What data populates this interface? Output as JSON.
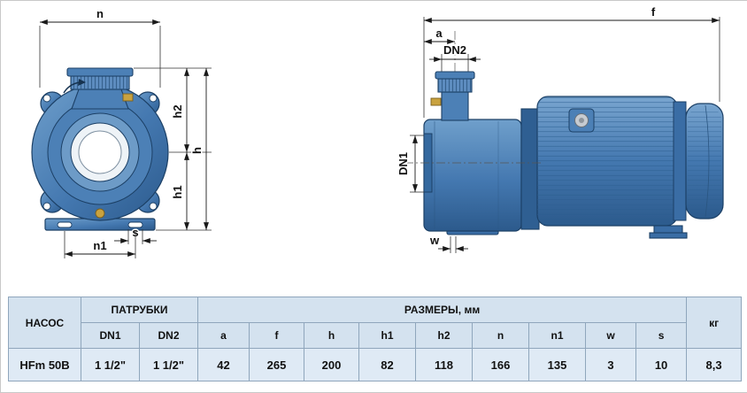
{
  "front_view": {
    "dims": {
      "n": "n",
      "h2": "h2",
      "h": "h",
      "h1": "h1",
      "s": "s",
      "n1": "n1"
    }
  },
  "side_view": {
    "dims": {
      "f": "f",
      "a": "a",
      "dn2": "DN2",
      "dn1": "DN1",
      "w": "w"
    }
  },
  "table": {
    "headers": {
      "pump": "НАСОС",
      "connections": "ПАТРУБКИ",
      "dimensions": "РАЗМЕРЫ, мм",
      "weight_unit": "кг",
      "sub": [
        "DN1",
        "DN2",
        "a",
        "f",
        "h",
        "h1",
        "h2",
        "n",
        "n1",
        "w",
        "s"
      ]
    },
    "rows": [
      {
        "name": "HFm 50B",
        "dn1": "1 1/2\"",
        "dn2": "1 1/2\"",
        "a": "42",
        "f": "265",
        "h": "200",
        "h1": "82",
        "h2": "118",
        "n": "166",
        "n1": "135",
        "w": "3",
        "s": "10",
        "kg": "8,3"
      }
    ]
  },
  "colors": {
    "pump_blue": "#4478b0",
    "pump_dark": "#1c4066",
    "brass": "#c9a23f",
    "table_header_bg": "#d4e2ef",
    "table_row_bg": "#dfeaf5",
    "dimension_line": "#1a1a1a"
  }
}
